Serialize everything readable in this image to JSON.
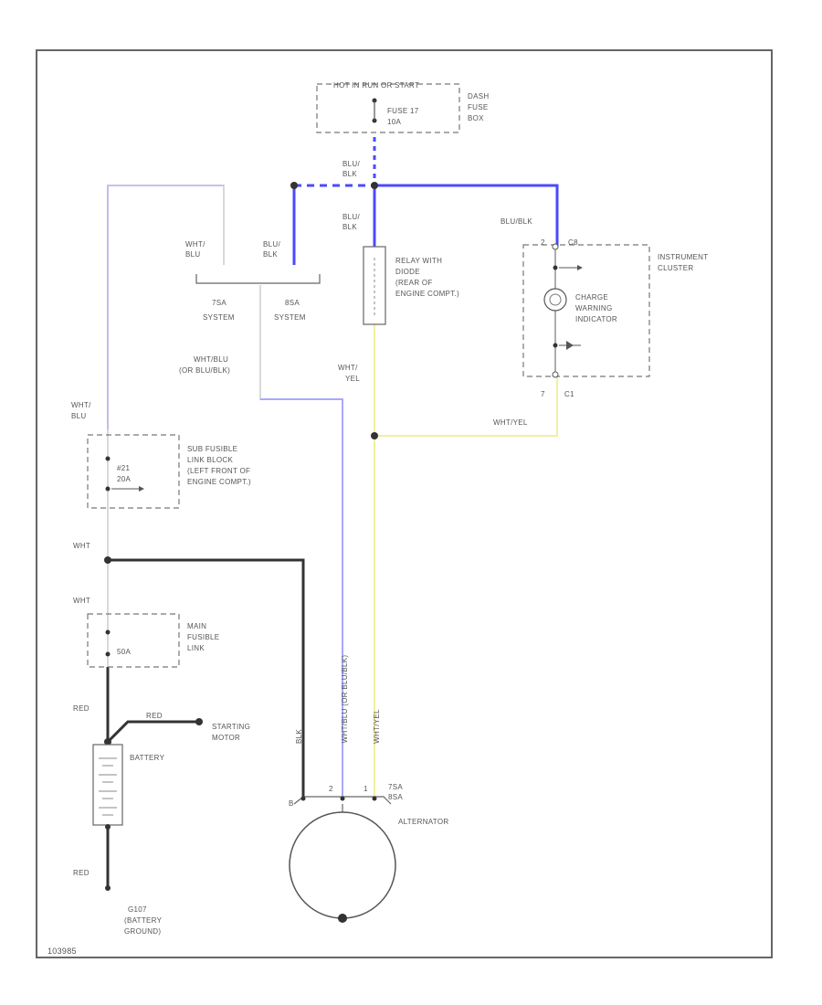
{
  "frame": {
    "code": "103985"
  },
  "components": {
    "fuse_box": {
      "header": "HOT IN RUN OR START",
      "fuse": "FUSE 17",
      "rating": "10A",
      "name_lines": [
        "DASH",
        "FUSE",
        "BOX"
      ]
    },
    "relay": {
      "lines": [
        "RELAY WITH",
        "DIODE",
        "(REAR OF",
        "ENGINE COMPT.)"
      ]
    },
    "instrument_cluster": {
      "name_lines": [
        "INSTRUMENT",
        "CLUSTER"
      ],
      "indicator_lines": [
        "CHARGE",
        "WARNING",
        "INDICATOR"
      ],
      "pin_top_num": "2",
      "pin_top_conn": "C8",
      "pin_bottom_num": "7",
      "pin_bottom_conn": "C1"
    },
    "system_split": {
      "left": [
        "7SA",
        "SYSTEM"
      ],
      "right": [
        "8SA",
        "SYSTEM"
      ]
    },
    "sub_fusible_link": {
      "fuse": "#21",
      "rating": "20A",
      "lines": [
        "SUB FUSIBLE",
        "LINK BLOCK",
        "(LEFT FRONT OF",
        "ENGINE COMPT.)"
      ]
    },
    "main_fusible_link": {
      "rating": "50A",
      "lines": [
        "MAIN",
        "FUSIBLE",
        "LINK"
      ]
    },
    "battery": {
      "label": "BATTERY"
    },
    "starting_motor": {
      "lines": [
        "STARTING",
        "MOTOR"
      ]
    },
    "ground": {
      "lines": [
        "G107",
        "(BATTERY",
        "GROUND)"
      ]
    },
    "alternator": {
      "label": "ALTERNATOR",
      "term_b": "B",
      "term_2": "2",
      "term_1": "1",
      "term_tag": [
        "7SA",
        "8SA"
      ]
    }
  },
  "wires": {
    "blu_blk_top": [
      "BLU/",
      "BLK"
    ],
    "blu_blk_relay": [
      "BLU/",
      "BLK"
    ],
    "blu_blk_cluster": "BLU/BLK",
    "wht_blu_left": [
      "WHT/",
      "BLU"
    ],
    "blu_blk_split": [
      "BLU/",
      "BLK"
    ],
    "wht_blu_or": [
      "WHT/BLU",
      "(OR BLU/BLK)"
    ],
    "wht_yel_relay": [
      "WHT/",
      "YEL"
    ],
    "wht_yel_cluster": "WHT/YEL",
    "wht_blu_side": [
      "WHT/",
      "BLU"
    ],
    "wht_1": "WHT",
    "wht_2": "WHT",
    "red_1": "RED",
    "red_2": "RED",
    "red_starter": "RED",
    "blk_alt": "BLK",
    "vertical_blu": "WHT/BLU (OR BLU/BLK)",
    "vertical_yel": "WHT/YEL"
  }
}
